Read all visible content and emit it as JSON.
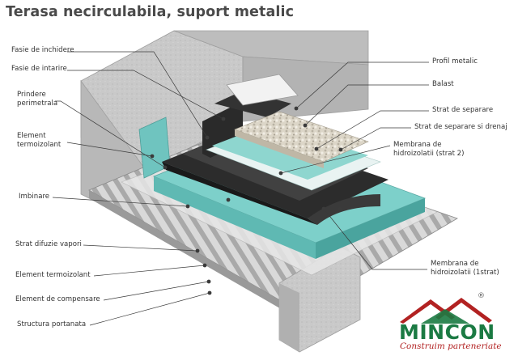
{
  "title": "Terasa necirculabila, suport metalic",
  "labels": {
    "fasie_inchidere": "Fasie de inchidere",
    "fasie_intarire": "Fasie de intarire",
    "prindere_perimetrala_l1": "Prindere",
    "prindere_perimetrala_l2": "perimetrala",
    "element_termoizolant_l1": "Element",
    "element_termoizolant_l2": "termoizolant",
    "imbinare": "Imbinare",
    "strat_difuzie_vapori": "Strat difuzie vapori",
    "element_termoizolant_jos": "Element termoizolant",
    "element_compensare": "Element de compensare",
    "structura_portanata": "Structura portanata",
    "profil_metalic": "Profil metalic",
    "balast": "Balast",
    "strat_separare": "Strat de separare",
    "strat_separare_drenaj": "Strat de separare si drenaj",
    "membrana_2_l1": "Membrana de",
    "membrana_2_l2": "hidroizolatii (strat 2)",
    "membrana_1_l1": "Membrana de",
    "membrana_1_l2": "hidroizolatii (1strat)"
  },
  "logo": {
    "name": "MINCON",
    "slogan": "Construim parteneriate",
    "registered": "®"
  },
  "colors": {
    "insulation": "#6fc4bf",
    "membrane": "#2b2b2b",
    "concrete": "#c9c9c9",
    "metal_deck": "#d8d8d8",
    "gravel": "#dcd6c8",
    "leader": "#3a3a3a",
    "logo_green": "#1b7a43",
    "logo_red": "#b22222"
  }
}
